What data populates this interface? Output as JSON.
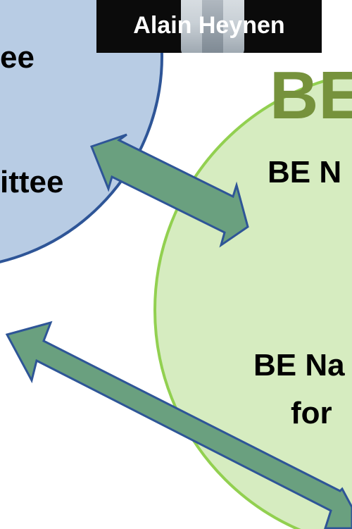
{
  "colors": {
    "blue_circle_fill": "#b8cce4",
    "blue_circle_stroke": "#2e5597",
    "green_circle_fill": "#d6ecc0",
    "green_circle_stroke": "#92d050",
    "arrow_fill": "#6aa07f",
    "arrow_stroke": "#2e5597",
    "title_green": "#76923c"
  },
  "left_circle": {
    "text_top": "ee",
    "text_middle": "ittee"
  },
  "photo": {
    "caption": "Alain Heynen"
  },
  "right_circle": {
    "title": "BE",
    "line1": "BE N",
    "line2": "BE Na",
    "line3": "for"
  }
}
